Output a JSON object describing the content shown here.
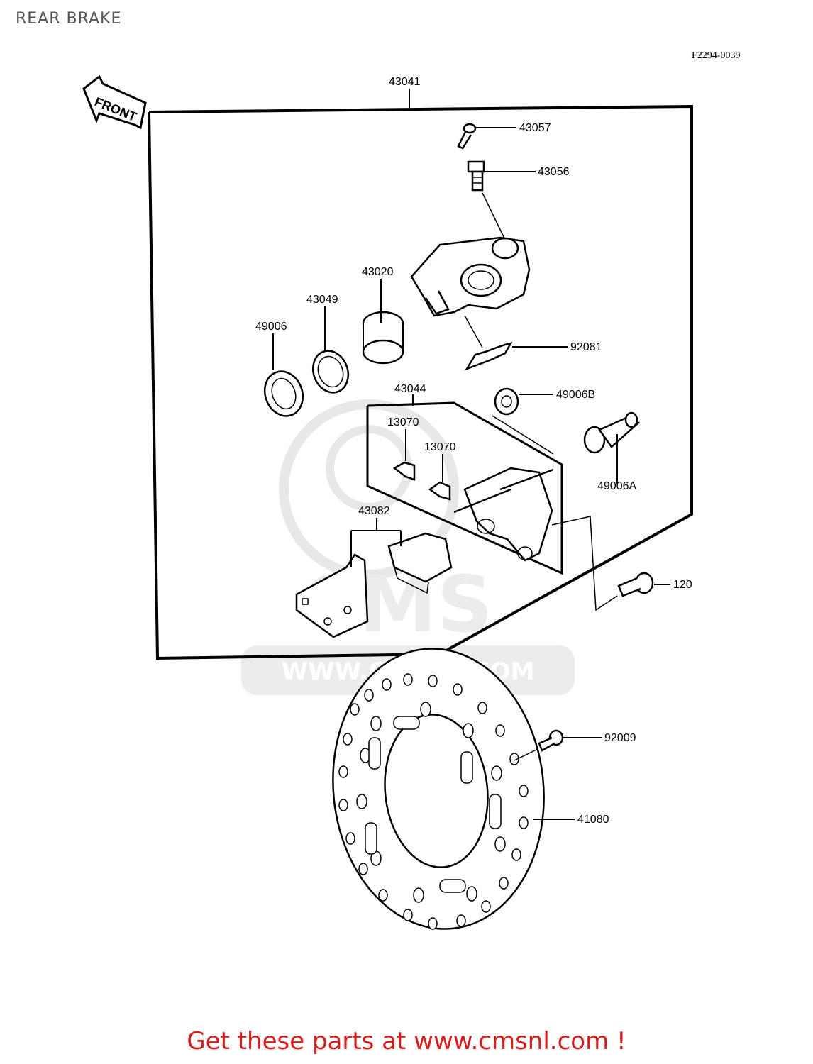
{
  "header": {
    "title": "REAR BRAKE",
    "figure_code": "F2294-0039"
  },
  "front_arrow": {
    "label": "FRONT"
  },
  "watermark": {
    "text": "CMS",
    "url": "WWW.CMSNL.COM"
  },
  "callouts": {
    "c43041": "43041",
    "c43057": "43057",
    "c43056": "43056",
    "c43020": "43020",
    "c43049": "43049",
    "c49006": "49006",
    "c92081": "92081",
    "c43044": "43044",
    "c49006B": "49006B",
    "c13070a": "13070",
    "c13070b": "13070",
    "c49006A": "49006A",
    "c43082": "43082",
    "c120": "120",
    "c92009": "92009",
    "c41080": "41080"
  },
  "footer": {
    "text": "Get these parts at www.cmsnl.com !"
  },
  "colors": {
    "footer": "#d81b1b",
    "line": "#000000",
    "watermark": "#e6e6e6"
  }
}
